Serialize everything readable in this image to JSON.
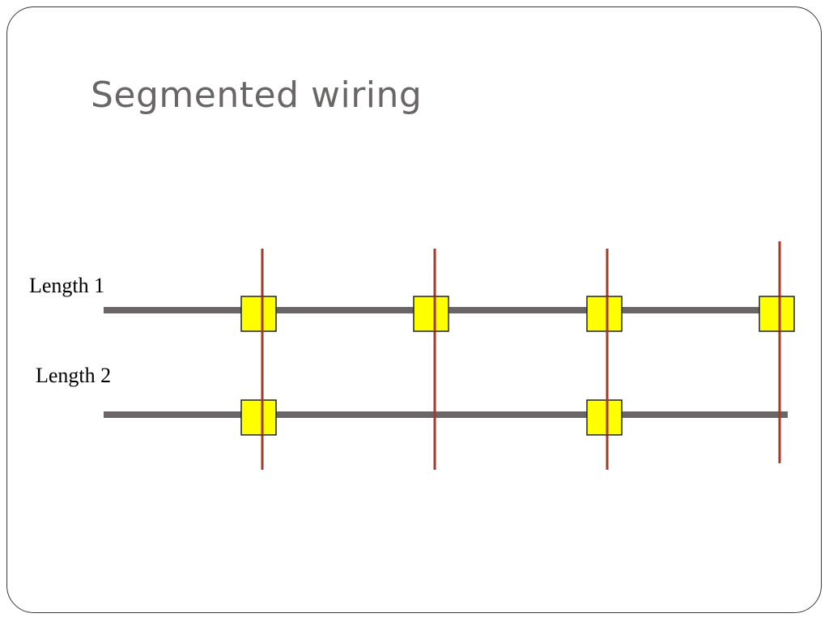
{
  "slide": {
    "title": "Segmented wiring"
  },
  "diagram": {
    "rows": [
      {
        "label": "Length 1",
        "switch_columns": [
          0,
          1,
          2,
          3
        ]
      },
      {
        "label": "Length 2",
        "switch_columns": [
          0,
          2
        ]
      }
    ],
    "column_count": 4,
    "colors": {
      "wire": "#6b6666",
      "vertical_wire": "#a33a2a",
      "switch_fill": "#ffff00",
      "switch_stroke": "#222222"
    }
  }
}
